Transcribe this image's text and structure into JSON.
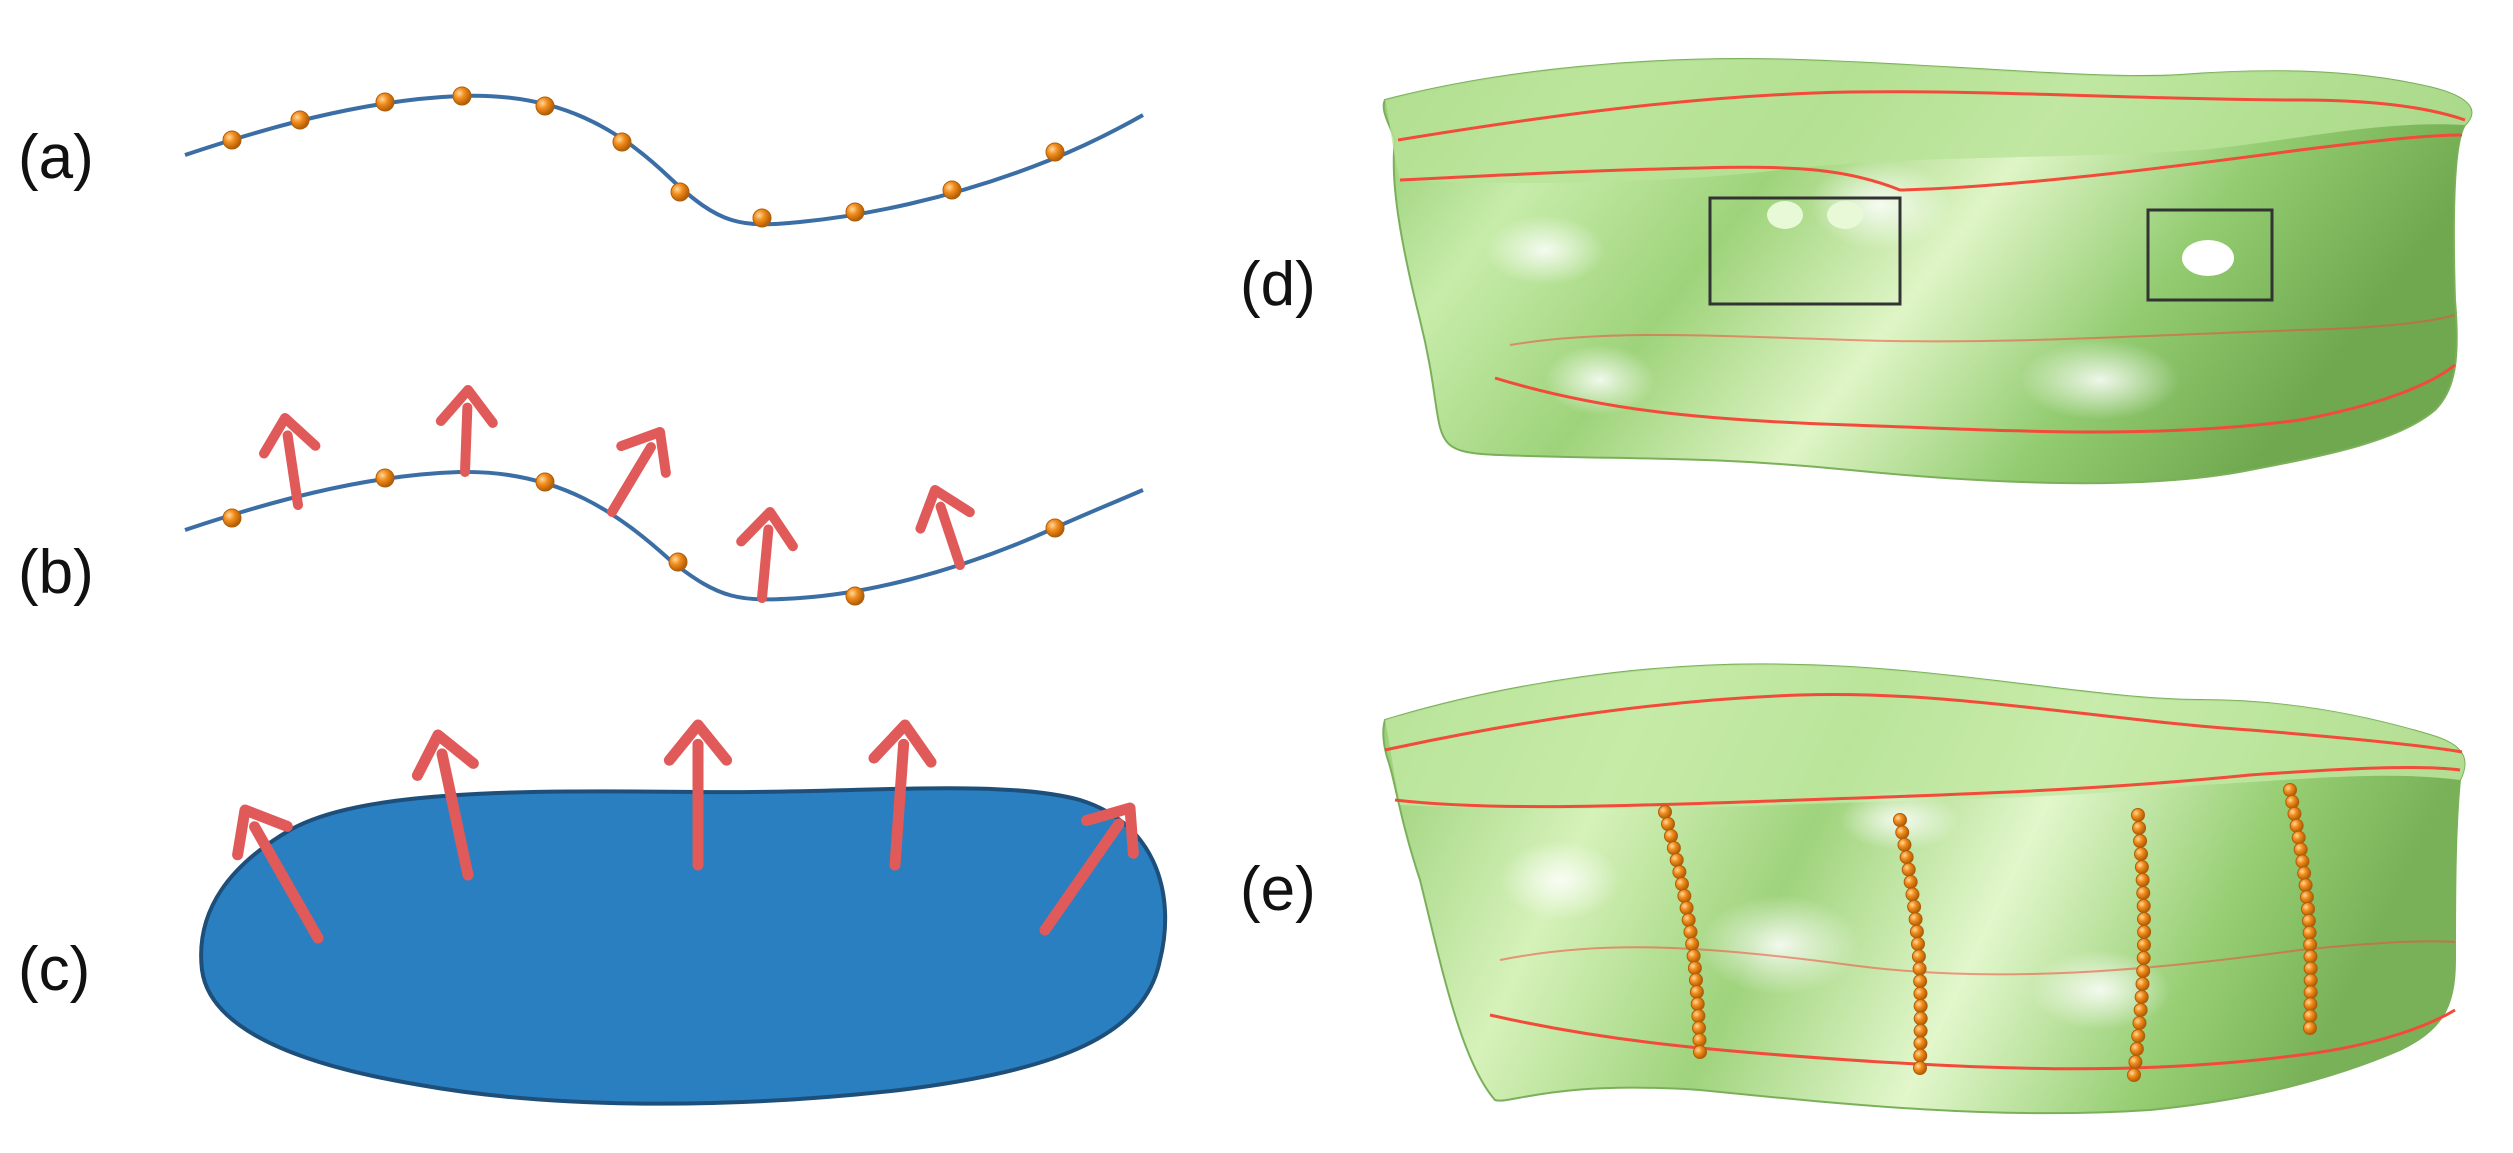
{
  "labels": {
    "a": "(a)",
    "b": "(b)",
    "c": "(c)",
    "d": "(d)",
    "e": "(e)"
  },
  "colors": {
    "curve": "#3b6ea5",
    "point": "#f28c1a",
    "point_edge": "#b05e08",
    "arrow": "#e05a5a",
    "blob": "#2a7fc0",
    "blob_edge": "#1d4f7a",
    "surface": "#a6d883",
    "surface_light": "#e4f7c9",
    "surface_dark": "#6fa84e",
    "contour": "#f24b3a",
    "box": "#333333"
  },
  "icons": {
    "point": "orange-sphere",
    "arrow": "normal-arrow"
  }
}
